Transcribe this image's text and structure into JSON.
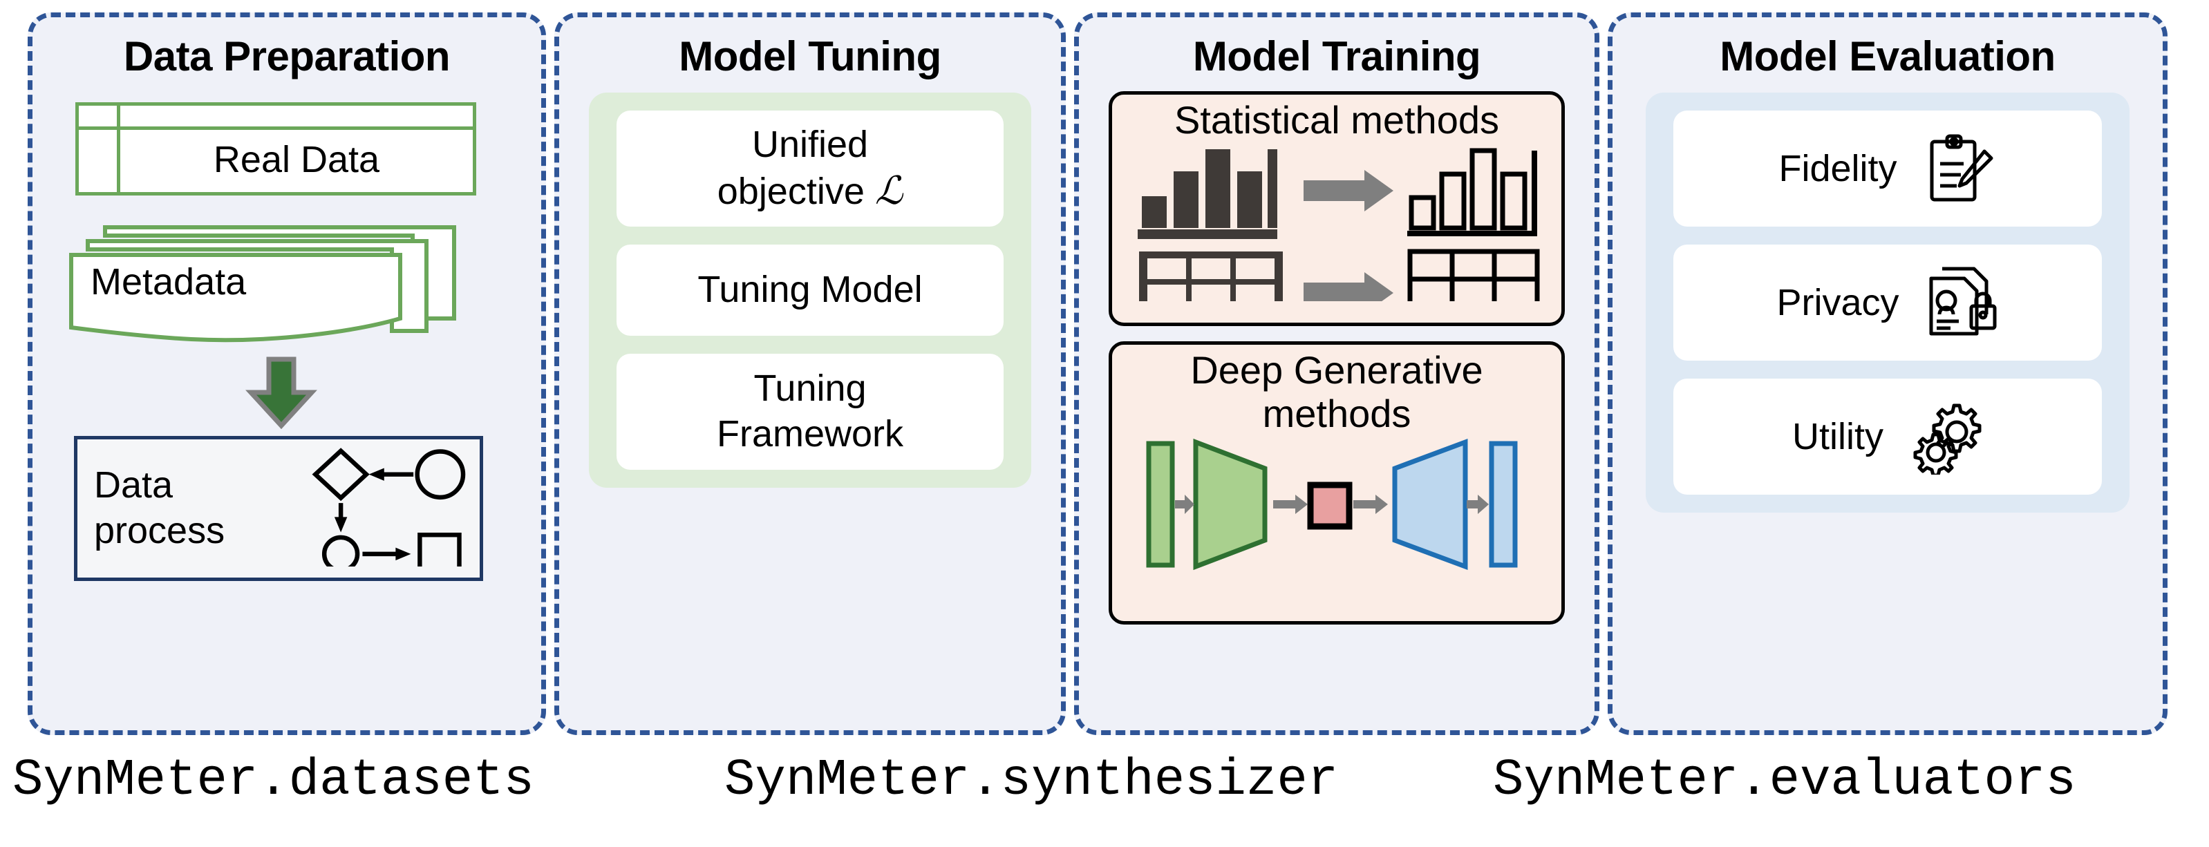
{
  "panels": [
    {
      "title": "Data Preparation",
      "items": {
        "real_data": "Real Data",
        "metadata": "Metadata",
        "data_process_line1": "Data",
        "data_process_line2": "process"
      },
      "icons": [
        "real-data-table-icon",
        "metadata-stack-icon",
        "green-down-arrow-icon",
        "data-process-flow-icon"
      ]
    },
    {
      "title": "Model Tuning",
      "cards": [
        {
          "line1": "Unified",
          "line2": "objective",
          "symbol": "ℒ"
        },
        {
          "line1": "Tuning Model",
          "line2": "",
          "symbol": ""
        },
        {
          "line1": "Tuning",
          "line2": "Framework",
          "symbol": ""
        }
      ]
    },
    {
      "title": "Model Training",
      "groups": [
        {
          "label": "Statistical methods",
          "icons": [
            "bar-chart-filled-icon",
            "arrow-right-icon",
            "bar-chart-outline-icon",
            "table-filled-icon",
            "arrow-right-icon",
            "table-outline-icon"
          ]
        },
        {
          "label_line1": "Deep Generative",
          "label_line2": "methods",
          "icons": [
            "encoder-decoder-icon"
          ]
        }
      ]
    },
    {
      "title": "Model Evaluation",
      "cards": [
        {
          "label": "Fidelity",
          "icon": "clipboard-pencil-icon"
        },
        {
          "label": "Privacy",
          "icon": "document-person-lock-icon"
        },
        {
          "label": "Utility",
          "icon": "gears-icon"
        }
      ]
    }
  ],
  "captions": {
    "datasets": "SynMeter.datasets",
    "synthesizer": "SynMeter.synthesizer",
    "evaluators": "SynMeter.evaluators"
  },
  "colors": {
    "panel_border": "#2F5597",
    "panel_bg": "#EFF1F8",
    "green_group": "#DEEDD9",
    "blue_group": "#DEE9F4",
    "peach_box": "#FBEDE6",
    "table_green": "#6BA75A",
    "arrow_green": "#387438",
    "dark_navy": "#1F3864",
    "encoder_green": "#A9D08E",
    "decoder_blue": "#BDD7EE",
    "latent_red": "#E8A0A0",
    "gray_arrow": "#7F7F7F"
  }
}
